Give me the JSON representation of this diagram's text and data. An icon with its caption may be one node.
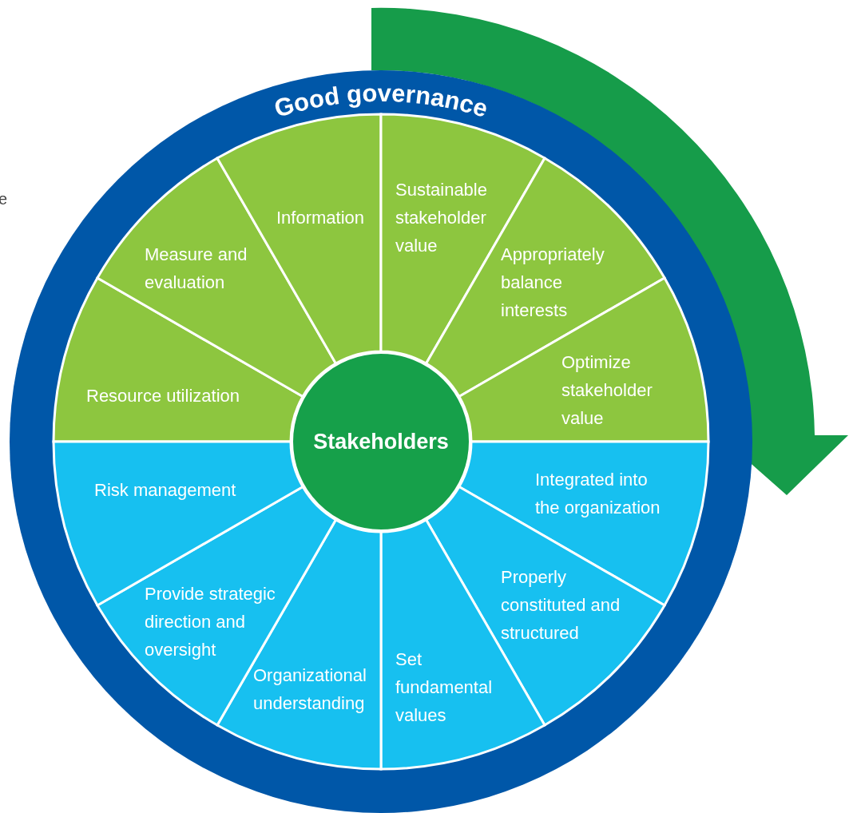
{
  "diagram": {
    "nodes": [
      {
        "text": [
          "Good governance"
        ]
      },
      {
        "text": [
          "Resource utilization"
        ],
        "in": 0
      },
      {
        "text": [
          "Measure and evaluation"
        ],
        "in": 0
      },
      {
        "text": [
          "Information"
        ],
        "in": 0
      },
      {
        "text": [
          "Sustainable stakeholder value"
        ],
        "in": 0
      },
      {
        "text": [
          "Appropriately balance interests"
        ],
        "in": 0
      },
      {
        "text": [
          "Optimize stakeholder value"
        ],
        "in": 0
      },
      {
        "text": [
          "Integrated into the organization"
        ],
        "in": 0
      },
      {
        "text": [
          "Properly constituted and structured"
        ],
        "in": 0
      },
      {
        "text": [
          "Set fundamental values"
        ],
        "in": 0
      },
      {
        "text": [
          "Organizational understanding"
        ],
        "in": 0
      },
      {
        "text": [
          "Provide strategic direction and oversight"
        ],
        "in": 0
      },
      {
        "text": [
          "Risk management"
        ],
        "in": 0
      },
      {
        "text": [
          "Stakeholders"
        ],
        "in": 0
      }
    ],
    "labels": [
      "e"
    ]
  }
}
